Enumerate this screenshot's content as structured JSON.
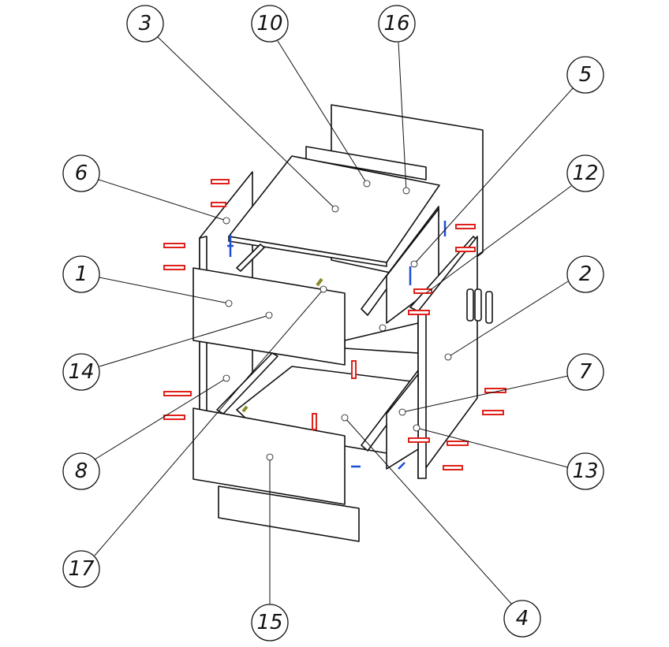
{
  "diagram": {
    "type": "exploded-assembly",
    "callouts": {
      "c1": "1",
      "c2": "2",
      "c3": "3",
      "c4": "4",
      "c5": "5",
      "c6": "6",
      "c7": "7",
      "c8": "8",
      "c10": "10",
      "c12": "12",
      "c13": "13",
      "c14": "14",
      "c15": "15",
      "c16": "16",
      "c17": "17"
    },
    "colors": {
      "fasteners": "#e0201a",
      "hinges": "#1a4fd6",
      "dowels": "#8a8a2a",
      "lines": "#111111"
    }
  }
}
